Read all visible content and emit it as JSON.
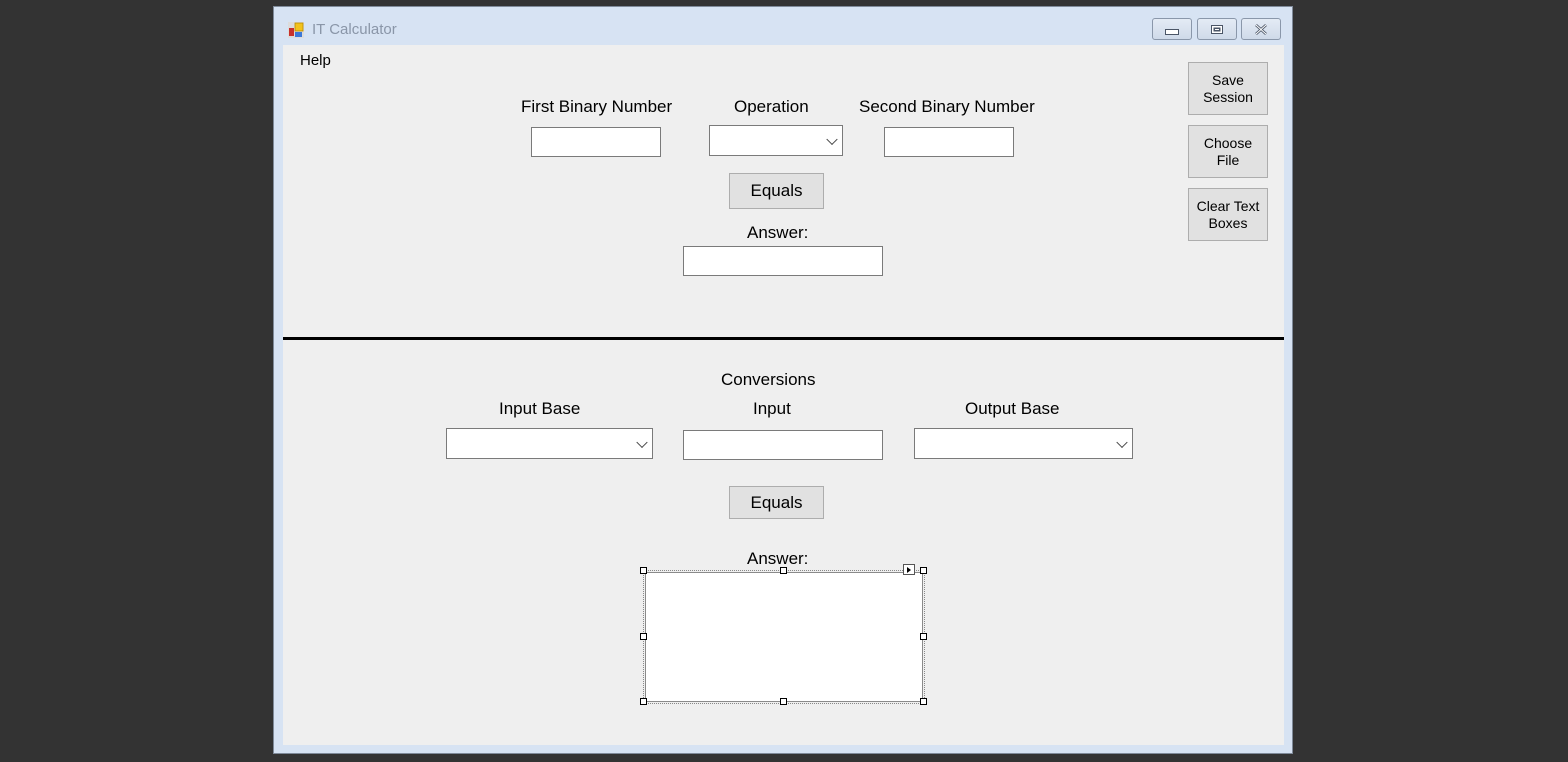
{
  "window": {
    "title": "IT Calculator",
    "controls": {
      "minimize": "minimize-icon",
      "restore": "restore-icon",
      "close": "close-icon"
    }
  },
  "menu": {
    "items": [
      {
        "label": "Help"
      }
    ]
  },
  "side_buttons": [
    {
      "label": "Save Session"
    },
    {
      "label": "Choose File"
    },
    {
      "label": "Clear Text Boxes"
    }
  ],
  "binary_section": {
    "first_label": "First Binary Number",
    "first_value": "",
    "operation_label": "Operation",
    "operation_value": "",
    "second_label": "Second Binary Number",
    "second_value": "",
    "equals_label": "Equals",
    "answer_label": "Answer:",
    "answer_value": ""
  },
  "conversion_section": {
    "title": "Conversions",
    "input_base_label": "Input Base",
    "input_base_value": "",
    "input_label": "Input",
    "input_value": "",
    "output_base_label": "Output Base",
    "output_base_value": "",
    "equals_label": "Equals",
    "answer_label": "Answer:",
    "answer_value": ""
  }
}
